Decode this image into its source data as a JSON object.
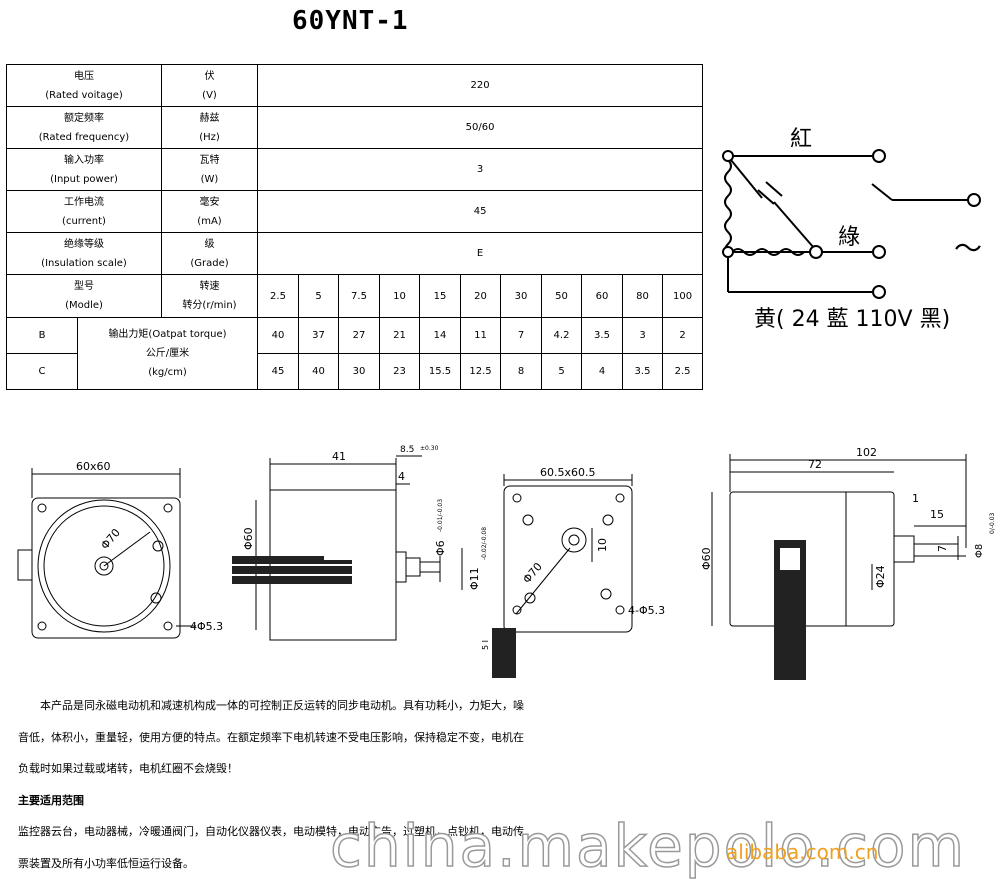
{
  "title": "60YNT-1",
  "spec": {
    "rows": [
      {
        "name_cn": "电压",
        "name_en": "(Rated voitage)",
        "unit_cn": "伏",
        "unit_en": "(V)",
        "value": "220"
      },
      {
        "name_cn": "额定频率",
        "name_en": "(Rated frequency)",
        "unit_cn": "赫兹",
        "unit_en": "(Hz)",
        "value": "50/60"
      },
      {
        "name_cn": "输入功率",
        "name_en": "(Input power)",
        "unit_cn": "瓦特",
        "unit_en": "(W)",
        "value": "3"
      },
      {
        "name_cn": "工作电流",
        "name_en": "(current)",
        "unit_cn": "毫安",
        "unit_en": "(mA)",
        "value": "45"
      },
      {
        "name_cn": "绝缘等级",
        "name_en": "(Insulation scale)",
        "unit_cn": "级",
        "unit_en": "(Grade)",
        "value": "E"
      }
    ],
    "model_cn": "型号",
    "model_en": "(Modle)",
    "speed_cn": "转速",
    "speed_en": "转分(r/min)",
    "speeds": [
      "2.5",
      "5",
      "7.5",
      "10",
      "15",
      "20",
      "30",
      "50",
      "60",
      "80",
      "100"
    ],
    "torque_label_1": "输出力矩(Oatpat torque)",
    "torque_label_2": "公斤/厘米",
    "torque_label_3": "(kg/cm)",
    "row_b_label": "B",
    "row_b": [
      "40",
      "37",
      "27",
      "21",
      "14",
      "11",
      "7",
      "4.2",
      "3.5",
      "3",
      "2"
    ],
    "row_c_label": "C",
    "row_c": [
      "45",
      "40",
      "30",
      "23",
      "15.5",
      "12.5",
      "8",
      "5",
      "4",
      "3.5",
      "2.5"
    ]
  },
  "wiring": {
    "red": "紅",
    "green": "綠",
    "ac": "～",
    "bottom": "黄( 24 藍 110V 黑)"
  },
  "drawing_labels": {
    "front_width": "60x60",
    "front_dia": "Φ70",
    "front_holes": "4Φ5.3",
    "side_len": "41",
    "side_dia": "Φ60",
    "side_shaft_len": "8.5",
    "side_shaft_tol": "±0.30",
    "side_shoulder": "4",
    "side_shaft_dia": "Φ6",
    "side_shaft_tol2": "-0.01/-0.03",
    "side_boss": "Φ11",
    "side_boss_tol": "-0.02/-0.08",
    "front2_width": "60.5x60.5",
    "front2_dia": "Φ70",
    "front2_offset": "10",
    "front2_holes": "4-Φ5.3",
    "front2_bottom": "5 I",
    "right_total": "102",
    "right_body": "72",
    "right_dia": "Φ60",
    "right_small1": "1",
    "right_small2": "15",
    "right_small3": "7",
    "right_shaft": "Φ8",
    "right_shaft_tol": "0/-0.03",
    "right_hub": "Φ24"
  },
  "description": {
    "para1": "本产品是同永磁电动机和减速机构成一体的可控制正反运转的同步电动机。具有功耗小，力矩大，噪",
    "para2": "音低，体积小，重量轻，使用方便的特点。在额定频率下电机转速不受电压影响，保持稳定不变，电机在",
    "para3": "负载时如果过载或堵转，电机红圈不会烧毁！",
    "heading": "主要适用范围",
    "para4": "监控器云台，电动器械，冷暖通阀门，自动化仪器仪表，电动模特，电动广告，过塑机，点钞机，电动传",
    "para5": "票装置及所有小功率低恒运行设备。"
  },
  "watermark": {
    "site": "china.makepolo.com",
    "alibaba": "alibaba.com.cn"
  }
}
